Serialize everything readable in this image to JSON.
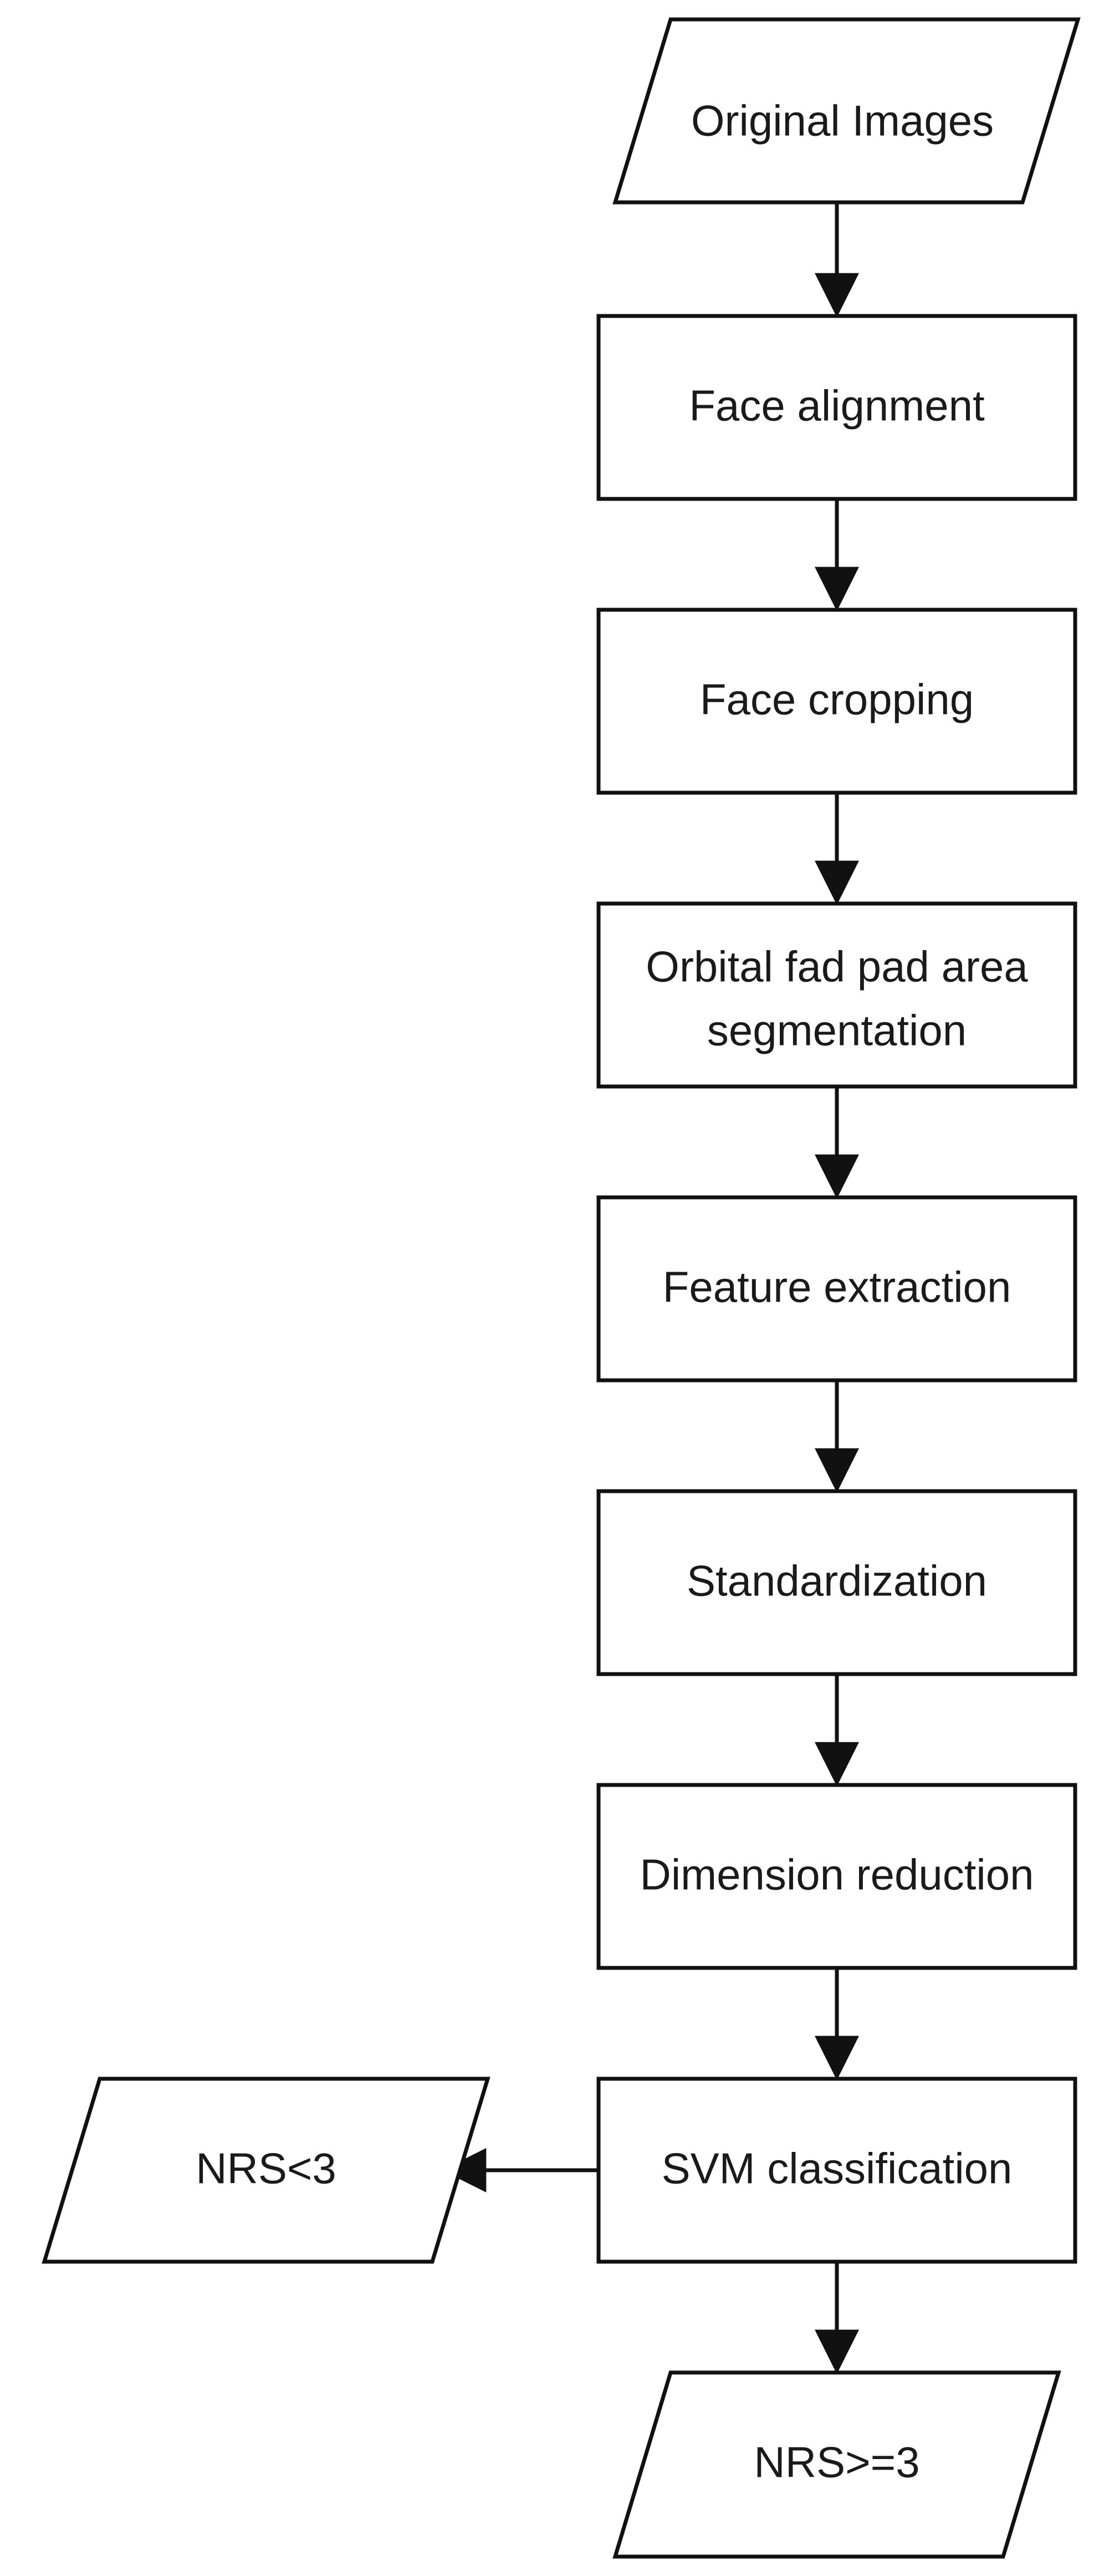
{
  "colors": {
    "stroke": "#111111",
    "fill": "#ffffff",
    "text": "#1a1a1a"
  },
  "nodes": {
    "original_images": "Original Images",
    "face_alignment": "Face alignment",
    "face_cropping": "Face cropping",
    "orbital_line1": "Orbital fad pad area",
    "orbital_line2": "segmentation",
    "feature_extraction": "Feature extraction",
    "standardization": "Standardization",
    "dimension_reduction": "Dimension reduction",
    "svm_classification": "SVM classification",
    "nrs_low": "NRS<3",
    "nrs_high": "NRS>=3"
  }
}
